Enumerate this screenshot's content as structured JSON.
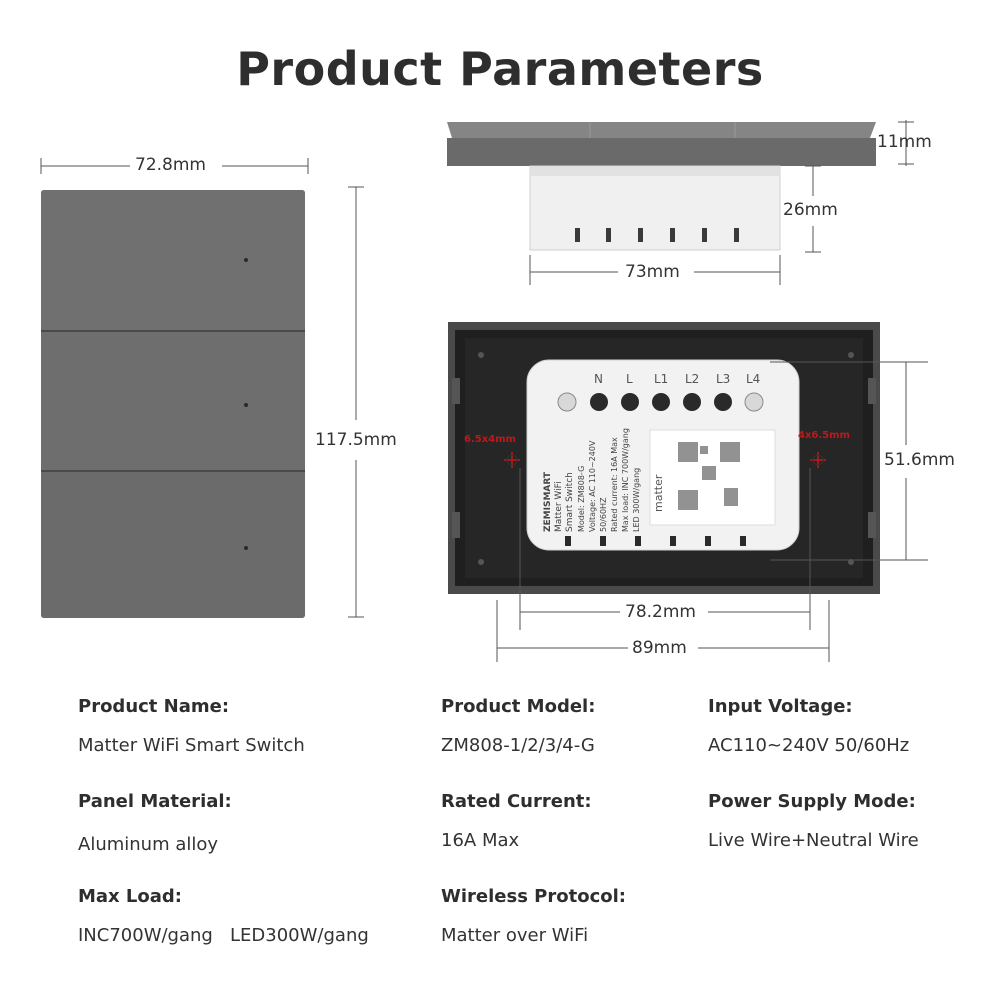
{
  "title": "Product Parameters",
  "dimensions": {
    "front_width": "72.8mm",
    "front_height": "117.5mm",
    "side_thickness": "11mm",
    "side_depth": "26mm",
    "side_width": "73mm",
    "back_hole_height": "51.6mm",
    "back_hole_span": "78.2mm",
    "back_width": "89mm",
    "hole_left": "6.5x4mm",
    "hole_right": "4x6.5mm"
  },
  "module": {
    "brand": "ZEMISMART",
    "line1": "Matter WiFi",
    "line2": "Smart Switch",
    "line3": "Model: ZM808-G",
    "line4": "Voltage: AC 110~240V",
    "line5": "50/60HZ",
    "line6": "Rated current: 16A Max",
    "line7": "Max load: INC 700W/gang",
    "line8": "LED 300W/gang",
    "logo": "matter",
    "terminals": [
      "N",
      "L",
      "L1",
      "L2",
      "L3",
      "L4"
    ]
  },
  "specs": [
    {
      "label": "Product Name:",
      "value": "Matter WiFi Smart Switch"
    },
    {
      "label": "Product Model:",
      "value": "ZM808-1/2/3/4-G"
    },
    {
      "label": "Input Voltage:",
      "value": "AC110~240V 50/60Hz"
    },
    {
      "label": "Panel Material:",
      "value": "Aluminum alloy"
    },
    {
      "label": "Rated Current:",
      "value": "16A Max"
    },
    {
      "label": "Power Supply Mode:",
      "value": "Live Wire+Neutral Wire"
    },
    {
      "label": "Max Load:",
      "value": "INC700W/gang   LED300W/gang"
    },
    {
      "label": "Wireless Protocol:",
      "value": "Matter over WiFi"
    }
  ],
  "colors": {
    "panel": "#6e6e6e",
    "panel_dark": "#3a3a3a",
    "module": "#f2f2f2",
    "accent_red": "#c01818"
  }
}
